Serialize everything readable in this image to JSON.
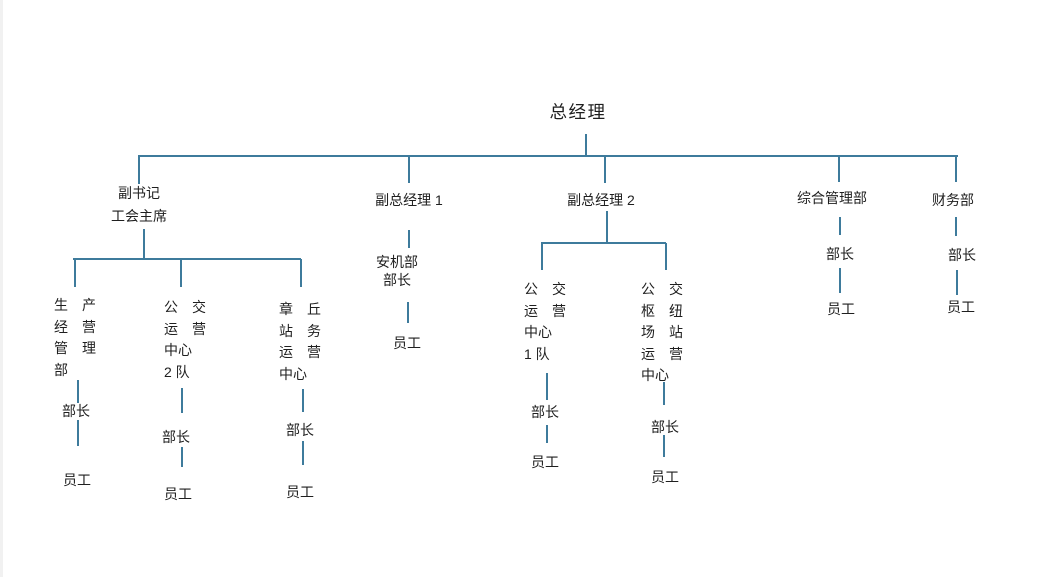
{
  "org": {
    "root": {
      "label": "总经理"
    },
    "branches": [
      {
        "label": "副书记\n工会主席",
        "children": [
          {
            "label": "生　产\n经　营\n管　理\n部",
            "leader": "部长",
            "staff": "员工"
          },
          {
            "label": "公　交\n运　营\n中心\n2 队",
            "leader": "部长",
            "staff": "员工"
          },
          {
            "label": "章　丘\n站　务\n运　营\n中心",
            "leader": "部长",
            "staff": "员工"
          }
        ]
      },
      {
        "label": "副总经理 1",
        "children": [
          {
            "label": "安机部\n部长",
            "staff": "员工"
          }
        ]
      },
      {
        "label": "副总经理 2",
        "children": [
          {
            "label": "公　交\n运　营\n中心\n1 队",
            "leader": "部长",
            "staff": "员工"
          },
          {
            "label": "公　交\n枢　纽\n场　站\n运　营\n中心",
            "leader": "部长",
            "staff": "员工"
          }
        ]
      },
      {
        "label": "综合管理部",
        "leader": "部长",
        "staff": "员工"
      },
      {
        "label": "财务部",
        "leader": "部长",
        "staff": "员工"
      }
    ]
  },
  "colors": {
    "line": "#3e7b9c",
    "text": "#1f1f1f",
    "background": "#ffffff"
  }
}
